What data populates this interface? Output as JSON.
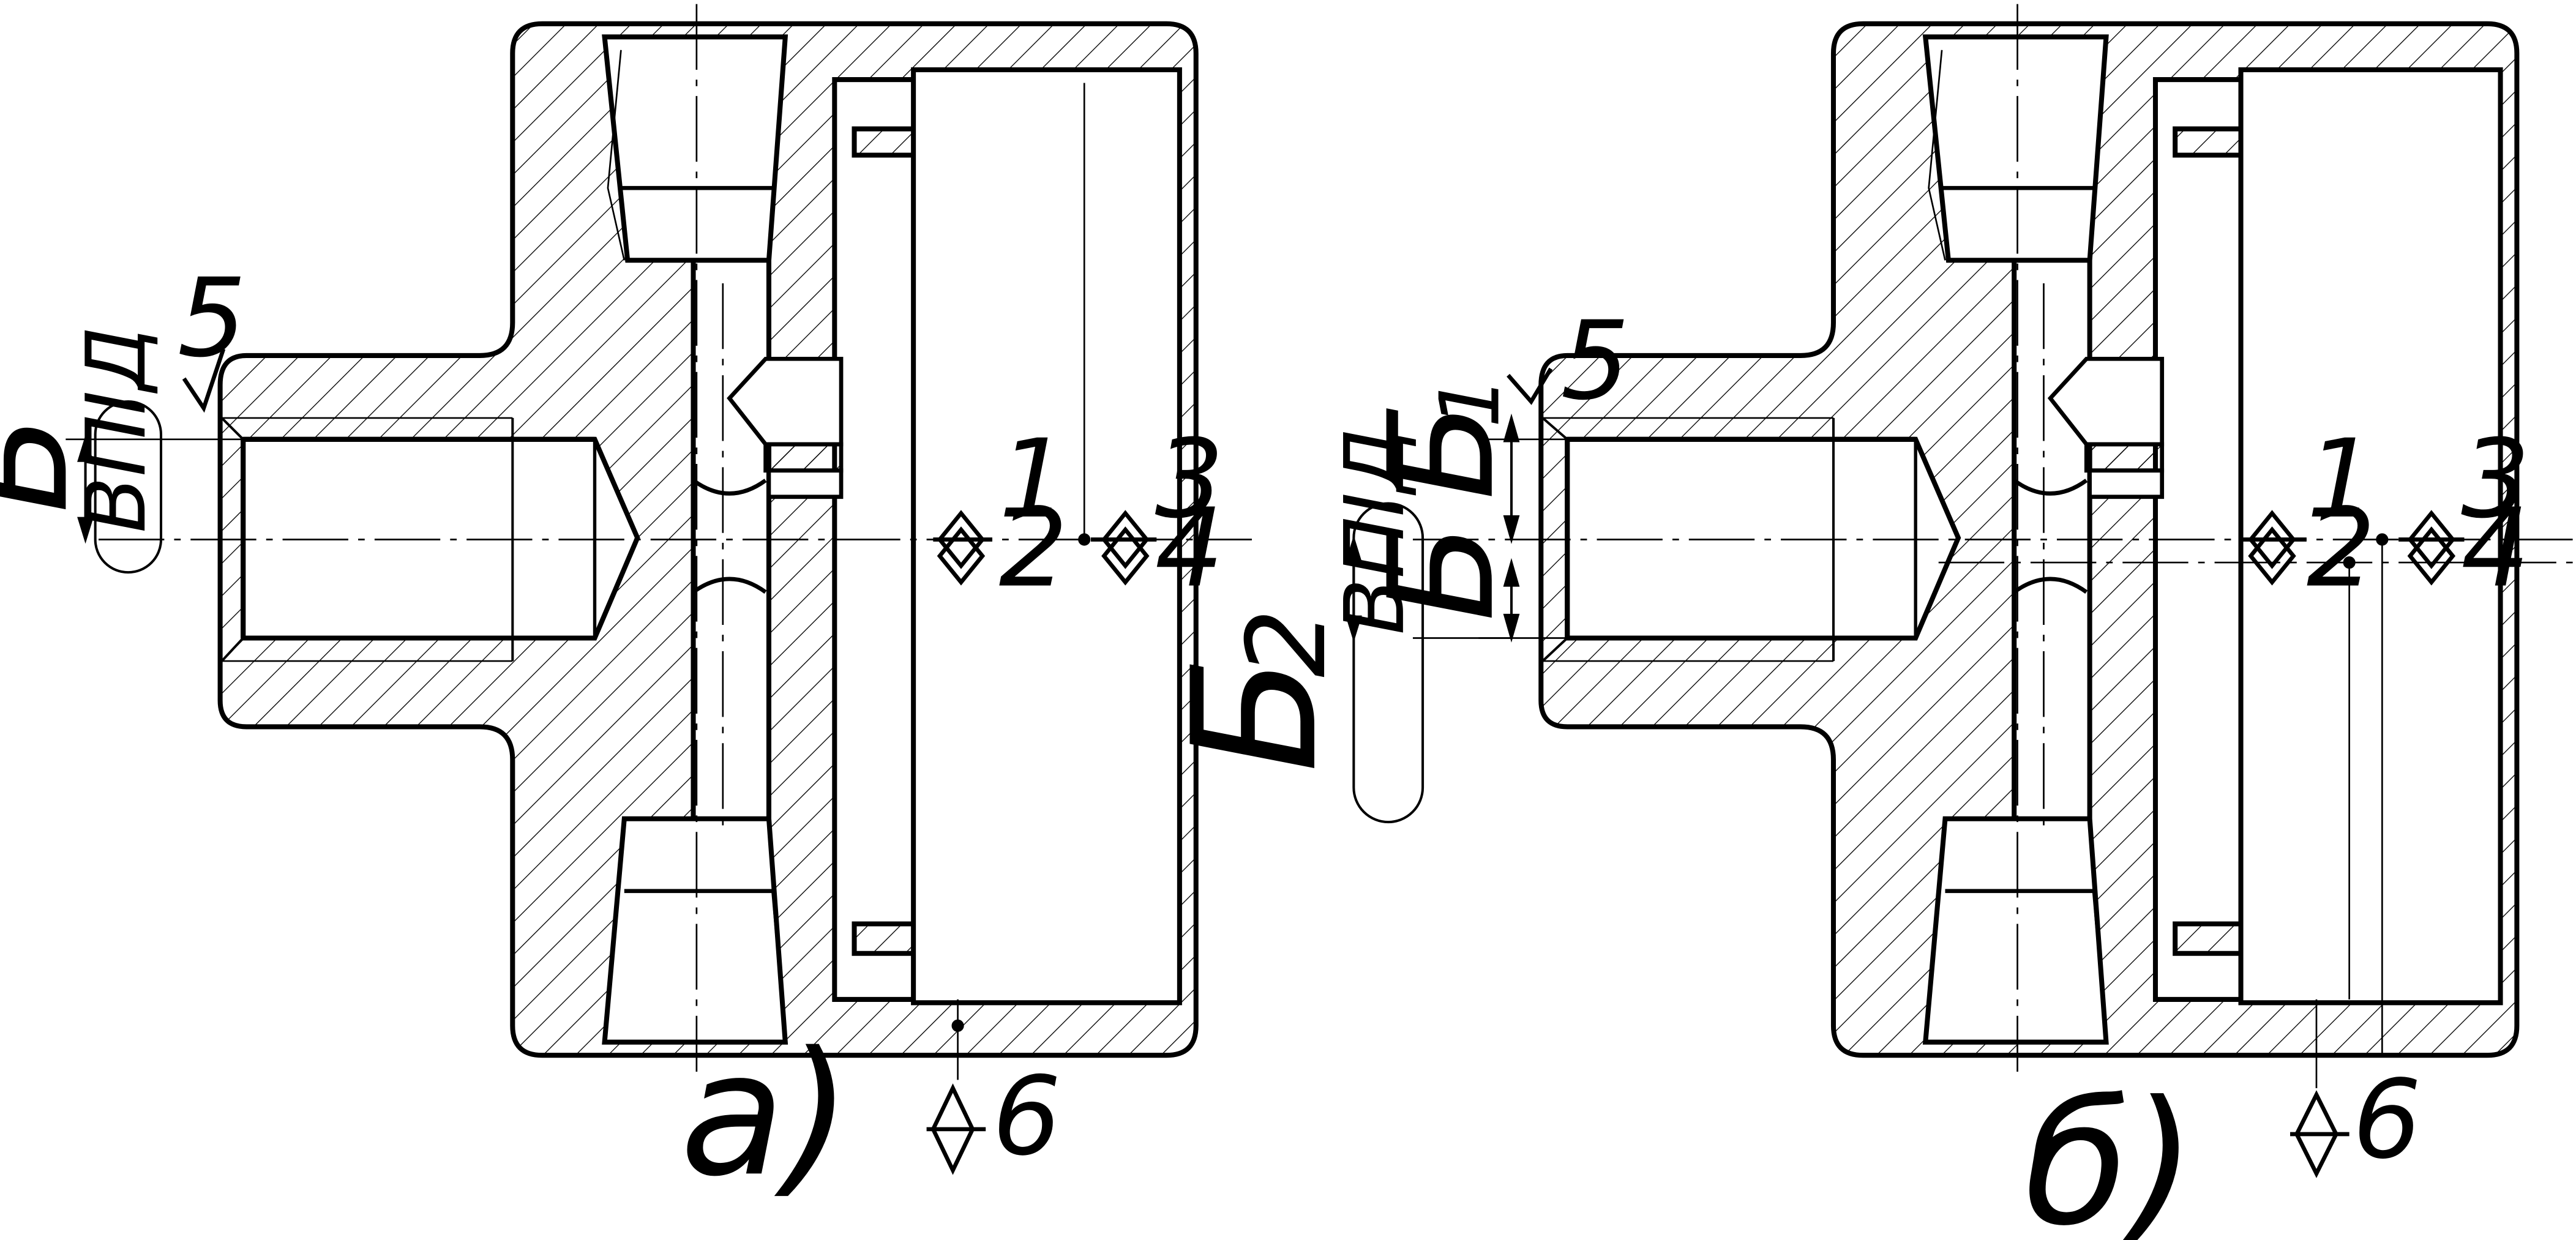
{
  "colors": {
    "line": "#000000",
    "background": "#ffffff"
  },
  "views": {
    "a": {
      "caption": "а)",
      "base_label": "Б",
      "base_tag": "ВПІД",
      "support_numbers": [
        "1",
        "2",
        "3",
        "4",
        "5",
        "6"
      ]
    },
    "b": {
      "caption": "б)",
      "base_label_1": "Б",
      "base_label_1_sub": "1",
      "base_label_2": "Б",
      "base_label_2_sub": "2",
      "base_label_3": "Б",
      "base_tag": "ВПІД",
      "support_numbers": [
        "1",
        "2",
        "3",
        "4",
        "5",
        "6"
      ]
    }
  }
}
